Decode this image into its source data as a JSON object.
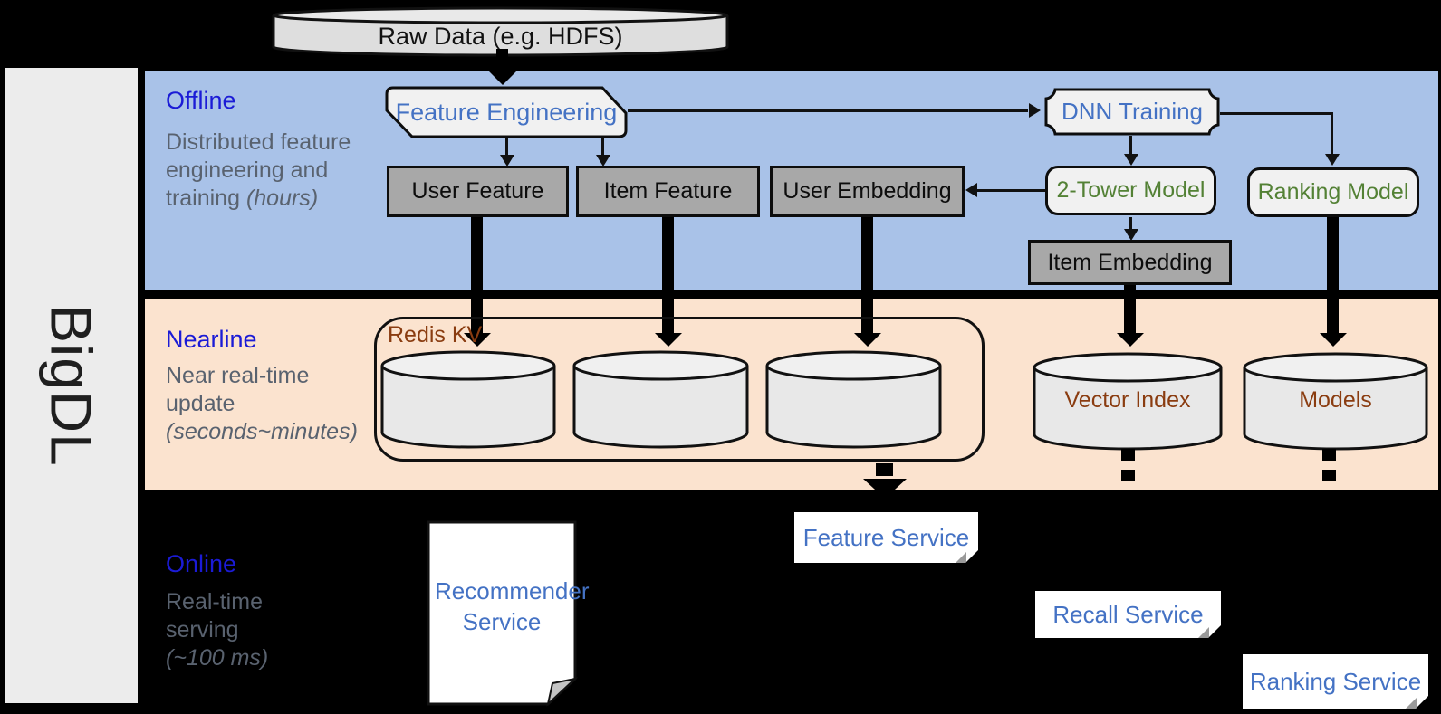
{
  "brand": {
    "label": "BigDL"
  },
  "raw_data": {
    "label": "Raw Data (e.g. HDFS)"
  },
  "bands": {
    "offline": {
      "title": "Offline",
      "desc": "Distributed feature engineering and training",
      "desc_note": "(hours)"
    },
    "nearline": {
      "title": "Nearline",
      "desc": "Near real-time update",
      "desc_note": "(seconds~minutes)"
    },
    "online": {
      "title": "Online",
      "desc": "Real-time serving",
      "desc_note": "(~100 ms)"
    }
  },
  "offline_nodes": {
    "feature_engineering": "Feature Engineering",
    "dnn_training": "DNN Training",
    "user_feature": "User Feature",
    "item_feature": "Item Feature",
    "user_embedding": "User Embedding",
    "two_tower_model": "2-Tower Model",
    "ranking_model": "Ranking Model",
    "item_embedding": "Item Embedding"
  },
  "nearline_nodes": {
    "redis_kv": "Redis KV",
    "vector_index": "Vector Index",
    "models": "Models"
  },
  "online_nodes": {
    "recommender_service": "Recommender Service",
    "feature_service": "Feature Service",
    "recall_service": "Recall Service",
    "ranking_service": "Ranking Service"
  },
  "colors": {
    "offline_band": "#A9C2E8",
    "nearline_band": "#FBE3CF",
    "online_band": "#000000",
    "side_strip": "#ECECEC",
    "band_title_blue": "#1B1BD6",
    "desc_gray": "#59626F",
    "node_blue": "#4472C4",
    "model_green": "#538135",
    "storage_brown": "#8A3C10",
    "gray_box": "#A8A8A8",
    "soft_box": "#F1F1F1"
  }
}
